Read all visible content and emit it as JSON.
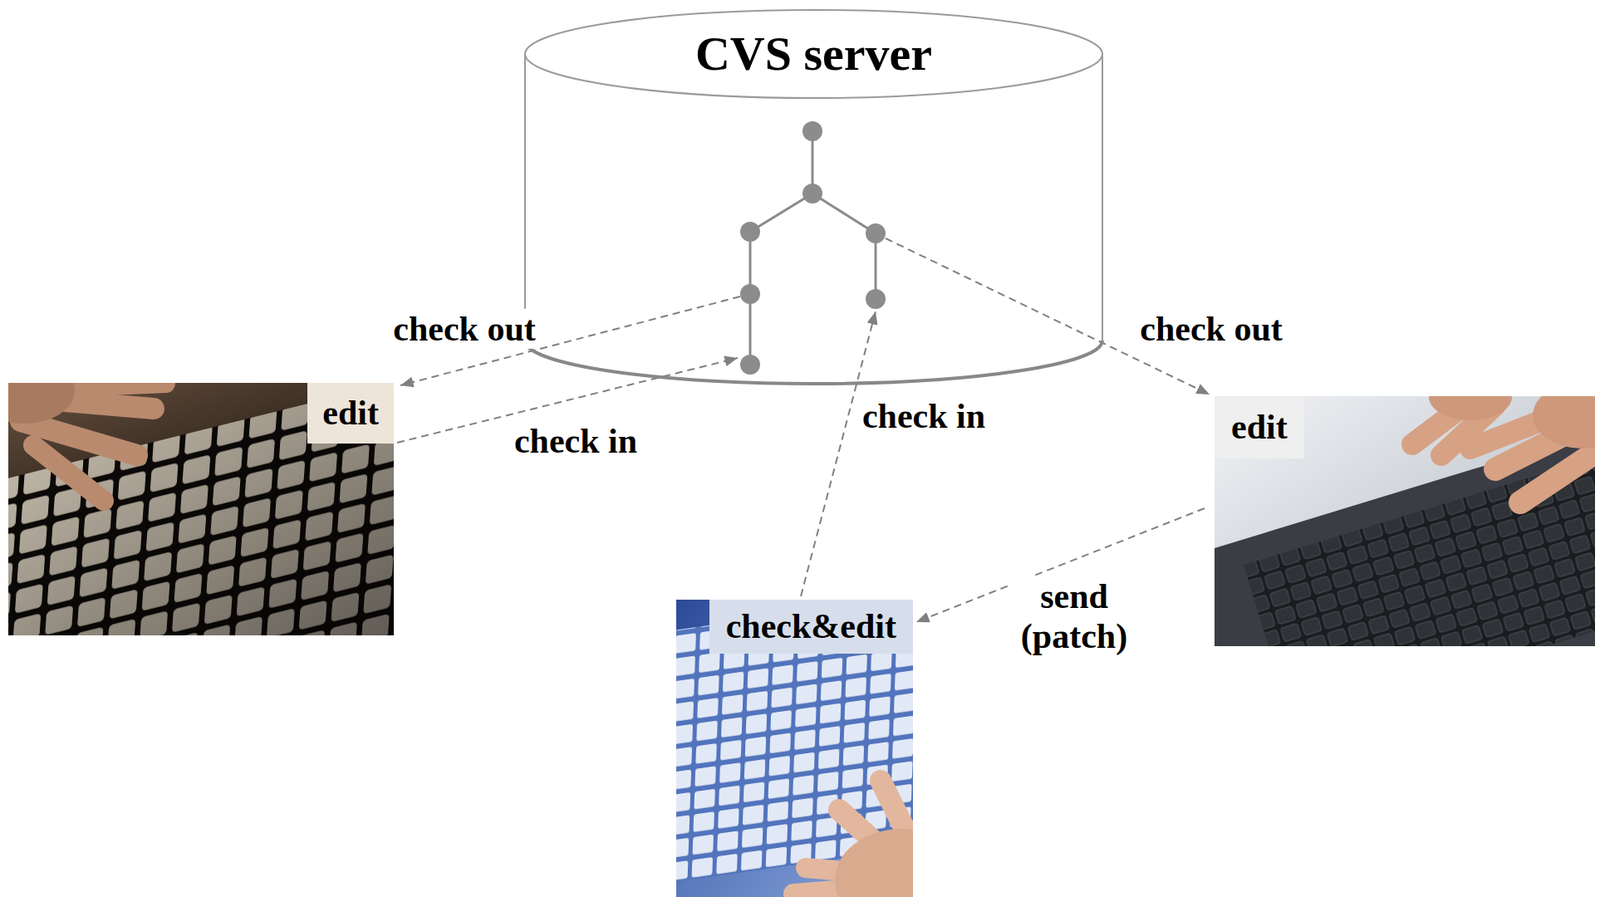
{
  "diagram": {
    "nodes": [
      {
        "text": [
          "CVS server"
        ]
      },
      {
        "text": [
          "edit"
        ]
      },
      {
        "text": [
          "edit"
        ]
      },
      {
        "text": [
          "check&edit"
        ]
      }
    ],
    "edges": [
      {
        "from": 0,
        "to": 1,
        "label": "check out",
        "arrow": "to"
      },
      {
        "from": 1,
        "to": 0,
        "label": "check in",
        "arrow": "to"
      },
      {
        "from": 3,
        "to": 0,
        "label": "check in",
        "arrow": "to"
      },
      {
        "from": 0,
        "to": 2,
        "label": "check out",
        "arrow": "to"
      },
      {
        "from": 2,
        "to": 3,
        "label": "send (patch)",
        "arrow": "to"
      }
    ]
  }
}
